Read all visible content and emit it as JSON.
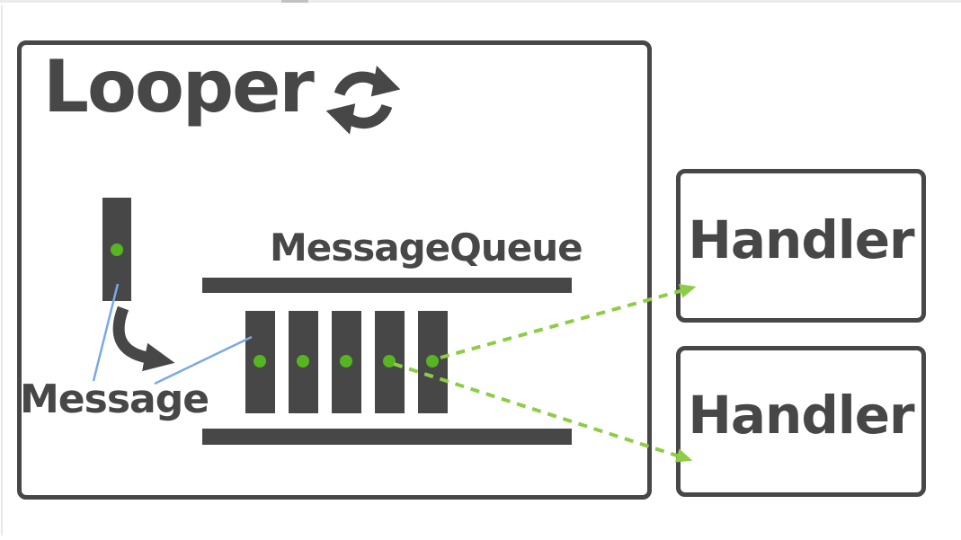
{
  "colors": {
    "dark_gray": "#474747",
    "green_dot": "#55b622",
    "green_dash": "#8ccd45",
    "blue_connector": "#79a9e6",
    "background": "#ffffff"
  },
  "looper": {
    "title": "Looper",
    "icon": "refresh-icon"
  },
  "message_queue": {
    "title": "MessageQueue",
    "slot_count": 5
  },
  "message": {
    "label": "Message"
  },
  "handlers": [
    {
      "label": "Handler"
    },
    {
      "label": "Handler"
    }
  ]
}
